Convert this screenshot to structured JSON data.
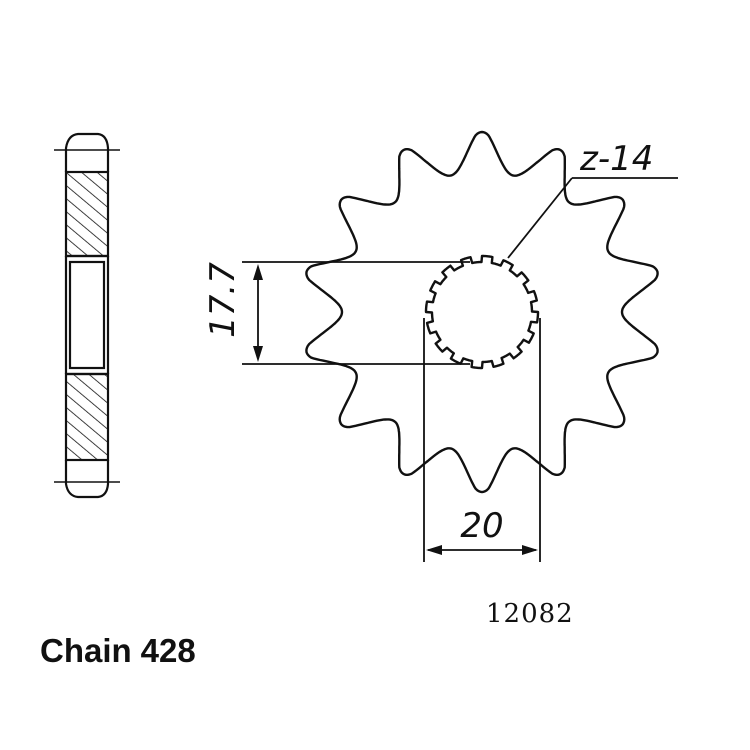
{
  "diagram": {
    "teeth_label": "z-14",
    "height_dimension": "17.7",
    "width_dimension": "20",
    "part_number": "12082",
    "chain": {
      "label": "Chain",
      "size": "428"
    },
    "colors": {
      "line": "#111111",
      "background": "#ffffff"
    }
  }
}
